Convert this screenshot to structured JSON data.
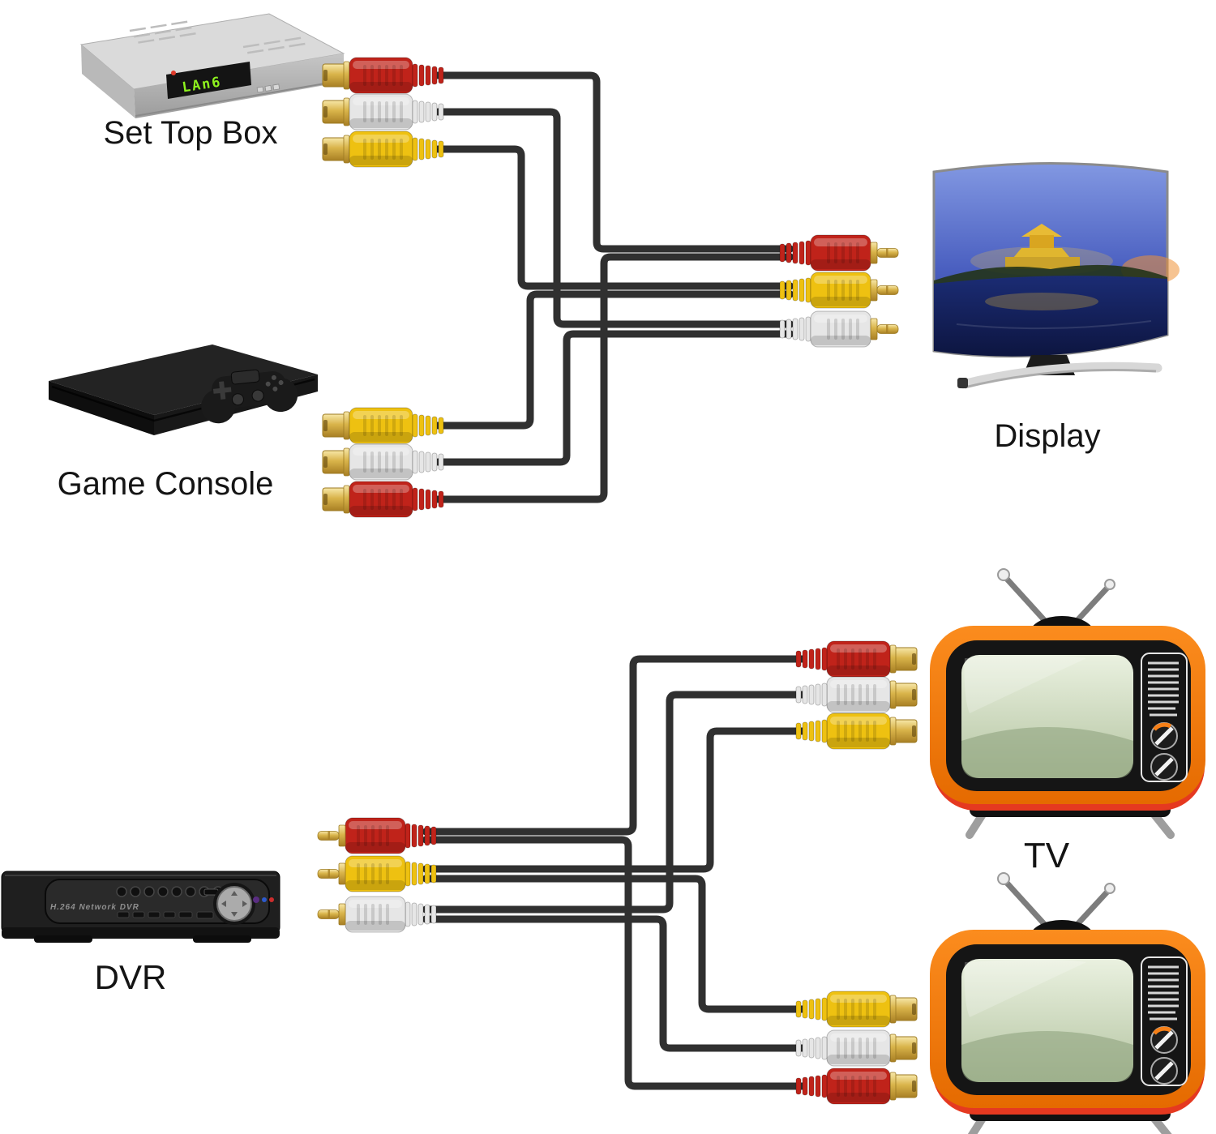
{
  "labels": {
    "set_top_box": "Set Top Box",
    "game_console": "Game Console",
    "display": "Display",
    "dvr": "DVR",
    "tv": "TV"
  },
  "device_text": {
    "stb_display": "LAn6",
    "dvr_panel": "H.264 Network DVR"
  },
  "colors": {
    "cable": "#303030",
    "gold": "#d4a437",
    "red": "#c0231a",
    "yellow": "#eec111",
    "white": "#e6e6e6",
    "tv_body_orange": "#f57f17",
    "tv_trim_red": "#e53920",
    "tv_screen_green": "#cddcc0",
    "display_sky_blue": "#5068c9",
    "display_water_blue": "#16236b",
    "pagoda_gold": "#e0b62f",
    "device_silver": "#c9c9c9",
    "device_black": "#1d1d1d"
  },
  "connector_groups": [
    {
      "id": "stb-jacks",
      "device": "set_top_box",
      "type": "female",
      "colors": [
        "red",
        "white",
        "yellow"
      ]
    },
    {
      "id": "console-jacks",
      "device": "game_console",
      "type": "female",
      "colors": [
        "yellow",
        "white",
        "red"
      ]
    },
    {
      "id": "display-plugs",
      "device": "display",
      "type": "male",
      "colors": [
        "red",
        "yellow",
        "white"
      ]
    },
    {
      "id": "dvr-plugs",
      "device": "dvr",
      "type": "male",
      "colors": [
        "red",
        "yellow",
        "white"
      ]
    },
    {
      "id": "tv1-jacks",
      "device": "tv",
      "type": "female",
      "colors": [
        "red",
        "white",
        "yellow"
      ]
    },
    {
      "id": "tv2-jacks",
      "device": "tv",
      "type": "female",
      "colors": [
        "yellow",
        "white",
        "red"
      ]
    }
  ],
  "connections": [
    {
      "from": "Set Top Box",
      "to": "Display",
      "via": "3 RCA composite AV cable"
    },
    {
      "from": "Game Console",
      "to": "Display",
      "via": "3 RCA composite AV cable"
    },
    {
      "from": "DVR",
      "to": "TV (top)",
      "via": "3 RCA composite AV cable"
    },
    {
      "from": "DVR",
      "to": "TV (bottom)",
      "via": "3 RCA composite AV cable"
    }
  ]
}
